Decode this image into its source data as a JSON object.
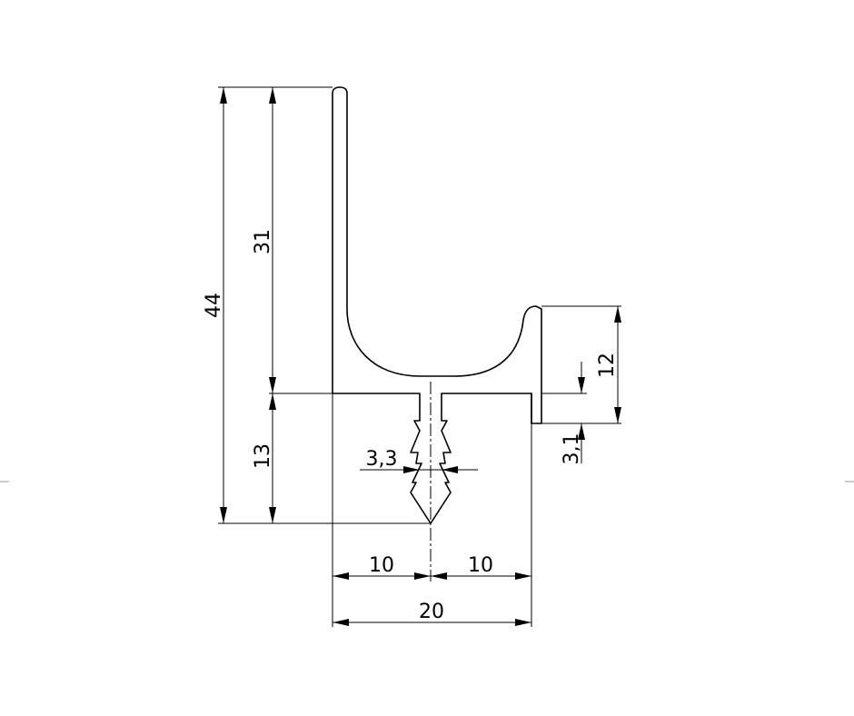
{
  "drawing": {
    "type": "profile cross-section",
    "dimensions": {
      "overall_height": "44",
      "upper_height": "31",
      "lower_height": "13",
      "lip_height": "12",
      "lip_thickness": "3,1",
      "stem_width": "3,3",
      "left_half_width": "10",
      "right_half_width": "10",
      "overall_width": "20"
    }
  }
}
